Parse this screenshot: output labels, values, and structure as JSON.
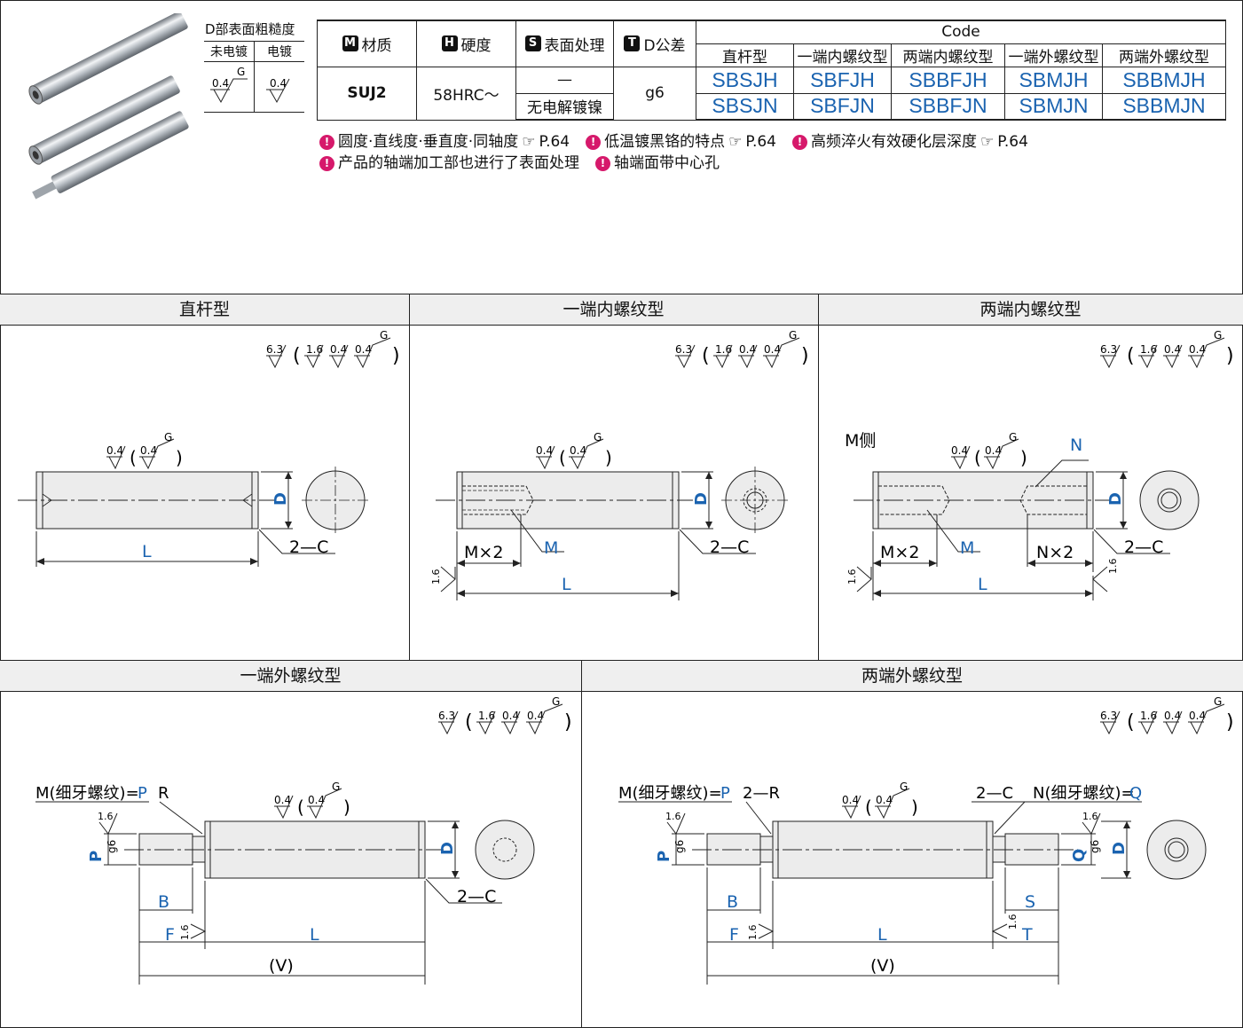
{
  "surface_roughness": {
    "title": "D部表面粗糙度",
    "col_unplated": "未电镀",
    "col_plated": "电镀",
    "value": "0.4",
    "grade": "G"
  },
  "spec": {
    "material_badge": "M",
    "material_label": "材质",
    "hardness_badge": "H",
    "hardness_label": "硬度",
    "surface_badge": "S",
    "surface_label": "表面处理",
    "tolerance_badge": "T",
    "tolerance_label": "D公差",
    "code_label": "Code",
    "types": [
      "直杆型",
      "一端内螺纹型",
      "两端内螺纹型",
      "一端外螺纹型",
      "两端外螺纹型"
    ],
    "material": "SUJ2",
    "hardness": "58HRC～",
    "surface_none": "—",
    "surface_plated": "无电解镀镍",
    "tolerance": "g6",
    "codes_row1": [
      "SBSJH",
      "SBFJH",
      "SBBFJH",
      "SBMJH",
      "SBBMJH"
    ],
    "codes_row2": [
      "SBSJN",
      "SBFJN",
      "SBBFJN",
      "SBMJN",
      "SBBMJN"
    ]
  },
  "notes": {
    "n1": "圆度·直线度·垂直度·同轴度",
    "n1_ref": "P.64",
    "n2": "低温镀黑铬的特点",
    "n2_ref": "P.64",
    "n3": "高频淬火有效硬化层深度",
    "n3_ref": "P.64",
    "n4": "产品的轴端加工部也进行了表面处理",
    "n5": "轴端面带中心孔"
  },
  "sections": {
    "straight": "直杆型",
    "one_female": "一端内螺纹型",
    "two_female": "两端内螺纹型",
    "one_male": "一端外螺纹型",
    "two_male": "两端外螺纹型"
  },
  "roughness": {
    "r1": "6.3",
    "r2": "1.6",
    "r3": "0.4",
    "r4": "0.4",
    "g": "G",
    "paren_l": "(",
    "paren_r": ")"
  },
  "dims": {
    "D": "D",
    "L": "L",
    "chamfer": "2—C",
    "M": "M",
    "N": "N",
    "Mx2": "M×2",
    "Nx2": "N×2",
    "m_side": "M侧",
    "r16": "1.6",
    "r04": "0.4",
    "g": "G",
    "M_fine": "M(细牙螺纹)=",
    "P": "P",
    "N_fine": "N(细牙螺纹)=",
    "Q": "Q",
    "R": "R",
    "two_R": "2—R",
    "B": "B",
    "F": "F",
    "S": "S",
    "T": "T",
    "V": "(V)",
    "g6": "g6"
  }
}
